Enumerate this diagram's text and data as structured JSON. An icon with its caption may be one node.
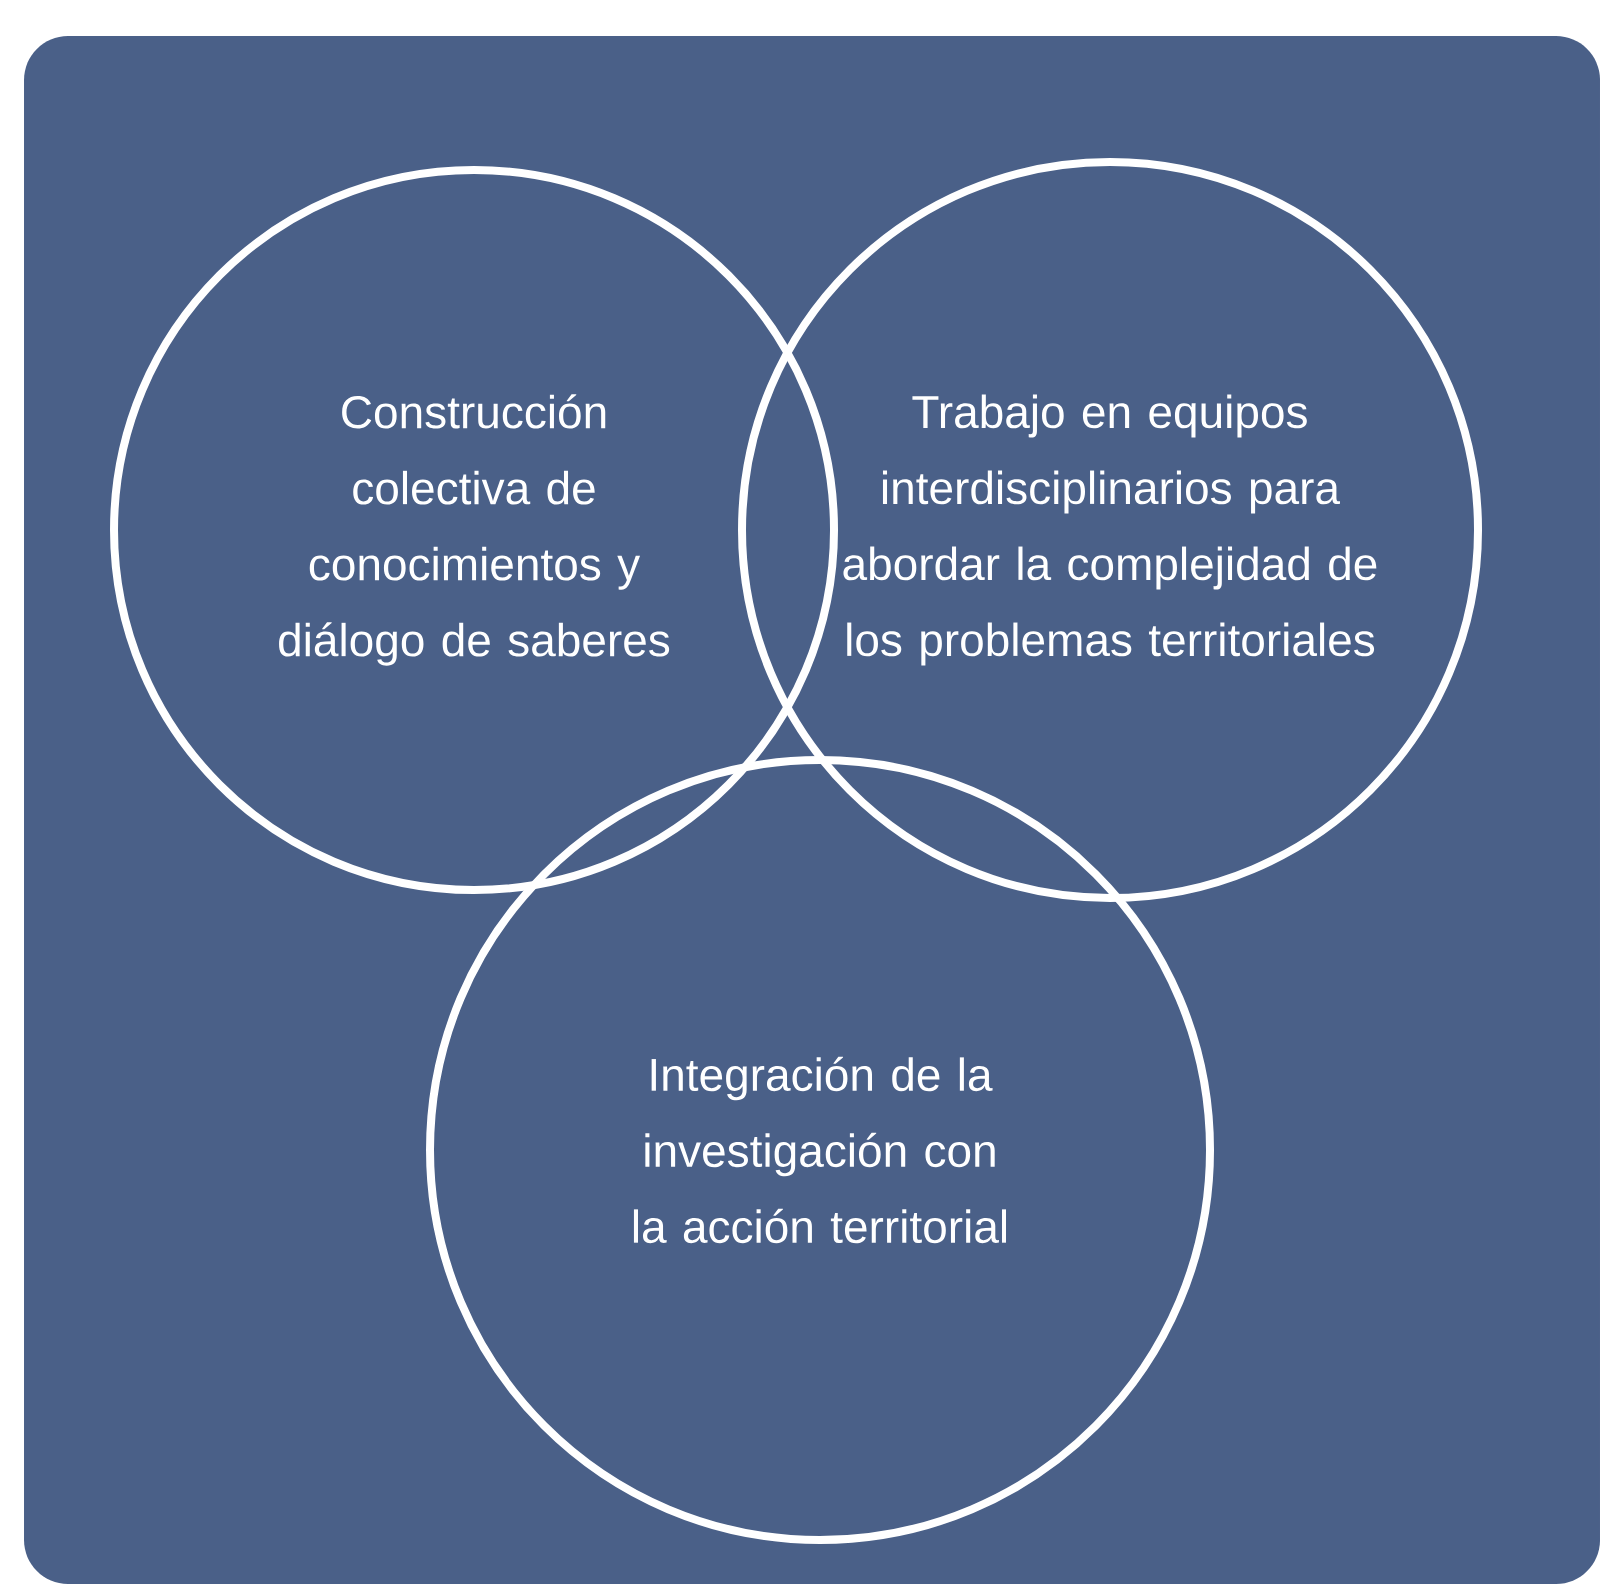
{
  "diagram": {
    "nodes": [
      {
        "text": [
          "Construcción colectiva de conocimientos y diálogo de saberes"
        ]
      },
      {
        "text": [
          "Trabajo en equipos interdisciplinarios para abordar la complejidad de los problemas territoriales"
        ]
      },
      {
        "text": [
          "Integración de la investigación con la acción territorial"
        ]
      }
    ]
  }
}
